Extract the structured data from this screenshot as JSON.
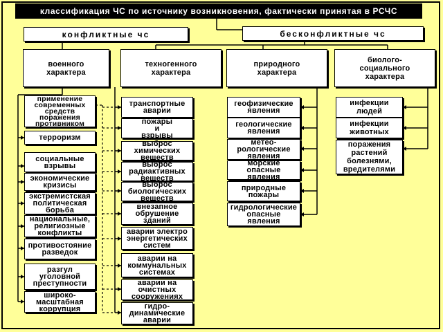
{
  "title": "классификация ЧС по источнику возникновения, фактически принятая в РСЧС",
  "groups": {
    "conflict": "конфликтные чс",
    "nonconflict": "бесконфликтные чс"
  },
  "categories": {
    "military": "военного\nхарактера",
    "technogenic": "техногенного\nхарактера",
    "natural": "природного\nхарактера",
    "biosocial": "биолого-\nсоциального\nхарактера"
  },
  "military_items": [
    "применение\nсовременных\nсредств\nпоражения\nпротивником",
    "терроризм",
    "социальные\nвзрывы",
    "экономические\nкризисы",
    "экстремистская\nполитическая\nборьба",
    "национальные,\nрелигиозные\nконфликты",
    "противостояние\nразведок",
    "разгул\nуголовной\nпреступности",
    "широко-\nмасштабная\nкоррупция"
  ],
  "technogenic_items": [
    "транспортные\nаварии",
    "пожары\nи\nвзрывы",
    "выброс\nхимических\nвеществ",
    "выброс\nрадиактивных\nвеществ",
    "выброс\nбиологических\nвеществ",
    "внезапное\nобрушение\nзданий",
    "аварии электро\nэнергетических\nсистем",
    "аварии на\nкоммунальных\nсистемах",
    "аварии  на\nочистных\nсооружениях",
    "гидро-\nдинамические\nаварии"
  ],
  "natural_items": [
    "геофизические\nявления",
    "геологические\nявления",
    "метео-\nрологические\nявления",
    "морские\nопасные\nявления",
    "природные\nпожары",
    "гидрологические\nопасные\nявления"
  ],
  "biosocial_items": [
    "инфекции\nлюдей",
    "инфекции\nживотных",
    "поражения\nрастений\nболезнями,\nвредителями"
  ],
  "colors": {
    "background": "#ffff99",
    "box": "#ffffff",
    "line": "#000000",
    "title_bg": "#000000",
    "title_text": "#ffffff"
  }
}
